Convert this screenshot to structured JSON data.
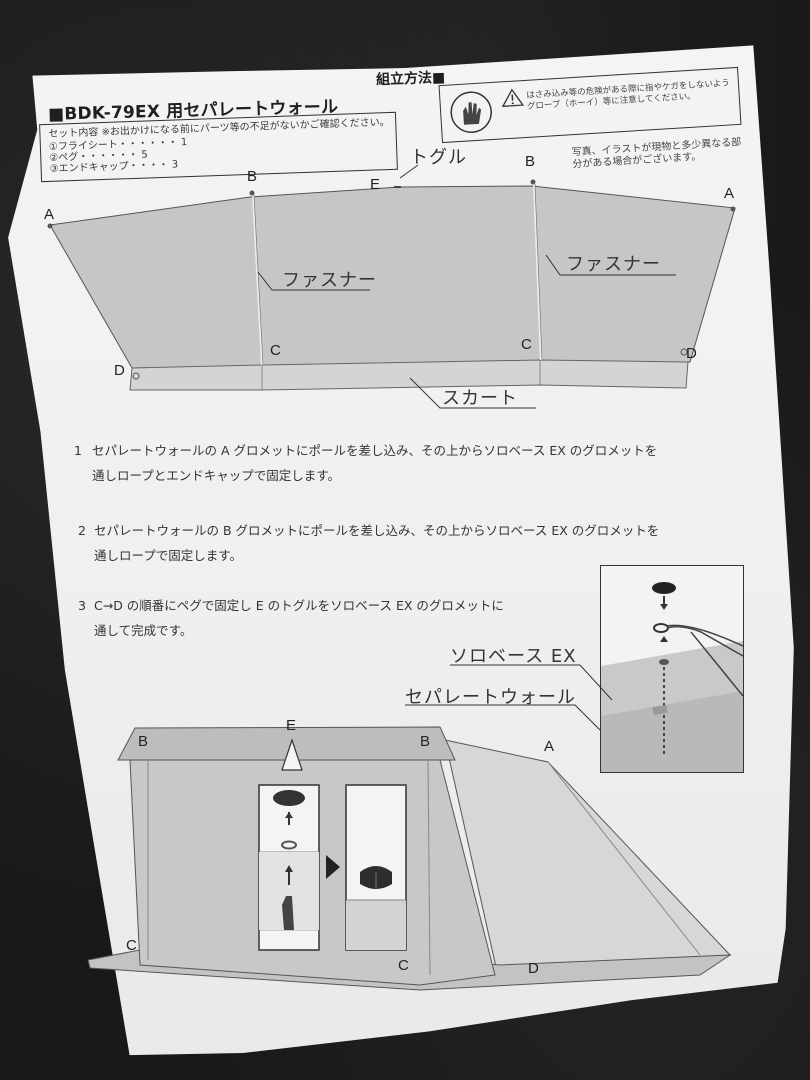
{
  "header": {
    "title": "■BDK-79EX 用セパレートウォール",
    "title_sub": "組立方法■",
    "parts_intro": "セット内容 ※お出かけになる前にパーツ等の不足がないかご確認ください。",
    "parts": [
      "①フライシート・・・・・・ 1",
      "②ペグ・・・・・・ 5",
      "③エンドキャップ・・・・ 3"
    ],
    "caution": "はさみ込み等の危険がある際に指やケガをしないようグローブ（ホーイ）等に注意してください。",
    "notice": "写真、イラストが現物と多少異なる部分がある場合がございます。"
  },
  "diagram_top": {
    "labels": {
      "toggle": "トグル",
      "fastener_left": "ファスナー",
      "fastener_right": "ファスナー",
      "skirt": "スカート"
    },
    "points": {
      "a_left": "A",
      "a_right": "A",
      "b_left": "B",
      "b_right": "B",
      "c_left": "C",
      "c_right": "C",
      "d_left": "D",
      "d_right": "D",
      "e": "E"
    }
  },
  "instructions": [
    {
      "num": "1",
      "lines": [
        "セパレートウォールの A グロメットにポールを差し込み、その上からソロベース EX のグロメットを",
        "通しロープとエンドキャップで固定します。"
      ]
    },
    {
      "num": "2",
      "lines": [
        "セパレートウォールの B グロメットにポールを差し込み、その上からソロベース EX のグロメットを",
        "通しロープで固定します。"
      ]
    },
    {
      "num": "3",
      "lines": [
        "C→D の順番にペグで固定し E のトグルをソロベース EX のグロメットに",
        "通して完成です。"
      ]
    }
  ],
  "diagram_bottom": {
    "labels": {
      "solobase": "ソロベース EX",
      "separate_wall": "セパレートウォール"
    },
    "points": {
      "b_left": "B",
      "b_right": "B",
      "e": "E",
      "a": "A",
      "c_left": "C",
      "c_right": "C",
      "d": "D"
    }
  },
  "colors": {
    "paper": "#f0f0ee",
    "fabric": "#c9c9c7",
    "fabric_dark": "#b8b8b6",
    "ink": "#2a2a2a",
    "background": "#1c1b1c"
  }
}
